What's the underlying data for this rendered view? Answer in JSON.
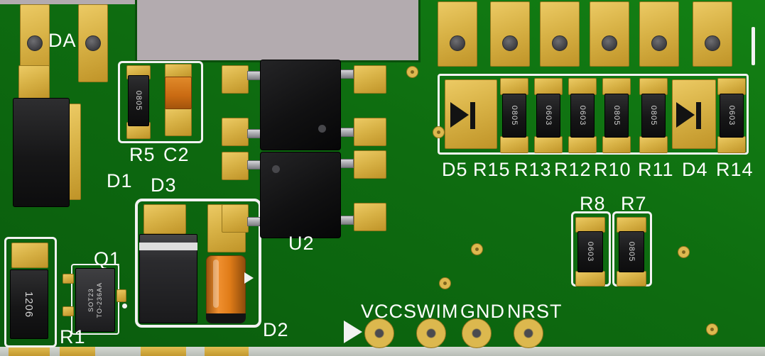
{
  "labels": {
    "da": "DA",
    "d1": "D1",
    "r5": "R5",
    "c2": "C2",
    "d3": "D3",
    "q1": "Q1",
    "r1": "R1",
    "u2": "U2",
    "d2": "D2",
    "d5": "D5",
    "r15": "R15",
    "r13": "R13",
    "r12": "R12",
    "r10": "R10",
    "r11": "R11",
    "d4": "D4",
    "r14": "R14",
    "r8": "R8",
    "r7": "R7",
    "vcc": "VCC",
    "swim": "SWIM",
    "gnd": "GND",
    "nrst": "NRST"
  },
  "markings": {
    "r1": "1206",
    "q1_line1": "SOT23",
    "q1_line2": "TO-236AA",
    "r5": "0805",
    "r15": "0805",
    "r13": "0603",
    "r12": "0603",
    "r10": "0805",
    "r11": "0805",
    "r14": "0603",
    "r8": "0603",
    "r7": "0805"
  },
  "colors": {
    "board_green": "#0e6c10",
    "pad_gold": "#d8b246",
    "silkscreen_white": "#f2f2f2",
    "render_background": "#b3abaf",
    "component_black": "#161617",
    "capacitor_orange": "#e07c18"
  }
}
